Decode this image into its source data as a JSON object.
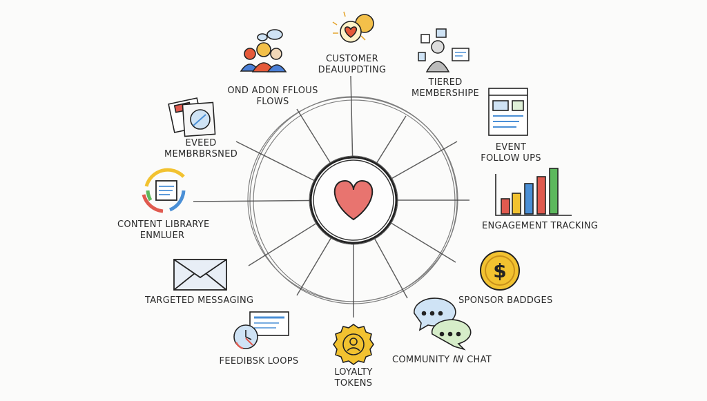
{
  "hub": {
    "icon": "heart-icon",
    "color": "#e8746f"
  },
  "nodes": [
    {
      "id": "onboarding",
      "icon": "people-group-icon",
      "lines": [
        "OND ADON FFLOUS",
        "FLOWS"
      ]
    },
    {
      "id": "customer",
      "icon": "heart-bulb-icon",
      "lines": [
        "CUSTOMER",
        "DEAUUPDTING"
      ]
    },
    {
      "id": "tiered",
      "icon": "presenter-icon",
      "lines": [
        "TIERED",
        "MEMBERSHIPE"
      ]
    },
    {
      "id": "event",
      "icon": "browser-window-icon",
      "lines": [
        "EVENT",
        "FOLLOW UPS"
      ]
    },
    {
      "id": "engagement",
      "icon": "bar-chart-icon",
      "lines": [
        "ENGAGEMENT TRACKING"
      ]
    },
    {
      "id": "sponsor",
      "icon": "dollar-coin-icon",
      "lines": [
        "SPONSOR BADDGES"
      ]
    },
    {
      "id": "community",
      "icon": "chat-bubbles-icon",
      "lines": [
        "COMMUNITY ꟿ CHAT"
      ]
    },
    {
      "id": "loyalty",
      "icon": "token-badge-icon",
      "lines": [
        "LOYALTY",
        "TOKENS"
      ]
    },
    {
      "id": "feedback",
      "icon": "feedback-clock-icon",
      "lines": [
        "FEEDIBSK LOOPS"
      ]
    },
    {
      "id": "messaging",
      "icon": "envelope-icon",
      "lines": [
        "TARGETED MESSAGING"
      ]
    },
    {
      "id": "content",
      "icon": "refresh-doc-icon",
      "lines": [
        "CONTENT LIBRARYE",
        "ENMLUER"
      ]
    },
    {
      "id": "membership",
      "icon": "documents-icon",
      "lines": [
        "EVEED",
        "MEMBRBRSNED"
      ]
    }
  ],
  "colors": {
    "ink": "#2a2a2a",
    "red": "#e05a4f",
    "yellow": "#f2c230",
    "blue": "#4a8fd6",
    "green": "#5cb85c"
  }
}
